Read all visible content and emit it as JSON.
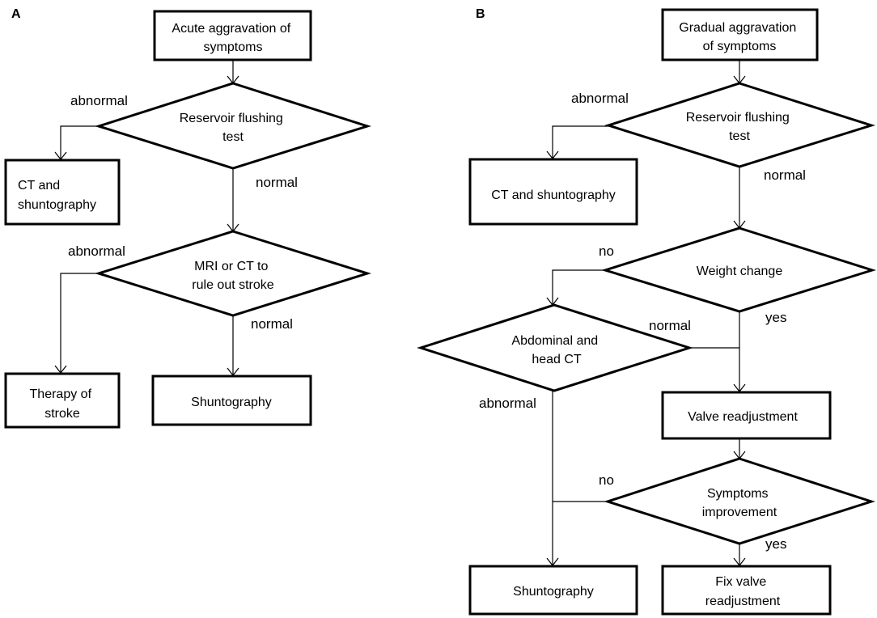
{
  "panel_a": {
    "letter": "A",
    "nodes": {
      "acute": [
        "Acute aggravation of",
        "symptoms"
      ],
      "flush": [
        "Reservoir flushing",
        "test"
      ],
      "ct_shunto": [
        "CT and",
        "shuntography"
      ],
      "mri": [
        "MRI or CT to",
        "rule out stroke"
      ],
      "therapy": [
        "Therapy of",
        "stroke"
      ],
      "shunto": [
        "Shuntography"
      ]
    },
    "edge_labels": {
      "flush_abnormal": "abnormal",
      "flush_normal": "normal",
      "mri_abnormal": "abnormal",
      "mri_normal": "normal"
    }
  },
  "panel_b": {
    "letter": "B",
    "nodes": {
      "gradual": [
        "Gradual aggravation",
        "of symptoms"
      ],
      "flush": [
        "Reservoir flushing",
        "test"
      ],
      "ct_shunto": [
        "CT and shuntography"
      ],
      "weight": [
        "Weight change"
      ],
      "abd": [
        "Abdominal and",
        "head CT"
      ],
      "valve": [
        "Valve readjustment"
      ],
      "sympt": [
        "Symptoms",
        "improvement"
      ],
      "shunto": [
        "Shuntography"
      ],
      "fix": [
        "Fix valve",
        "readjustment"
      ]
    },
    "edge_labels": {
      "flush_abnormal": "abnormal",
      "flush_normal": "normal",
      "weight_no": "no",
      "weight_yes": "yes",
      "abd_normal": "normal",
      "abd_abnormal": "abnormal",
      "sympt_no": "no",
      "sympt_yes": "yes"
    }
  }
}
